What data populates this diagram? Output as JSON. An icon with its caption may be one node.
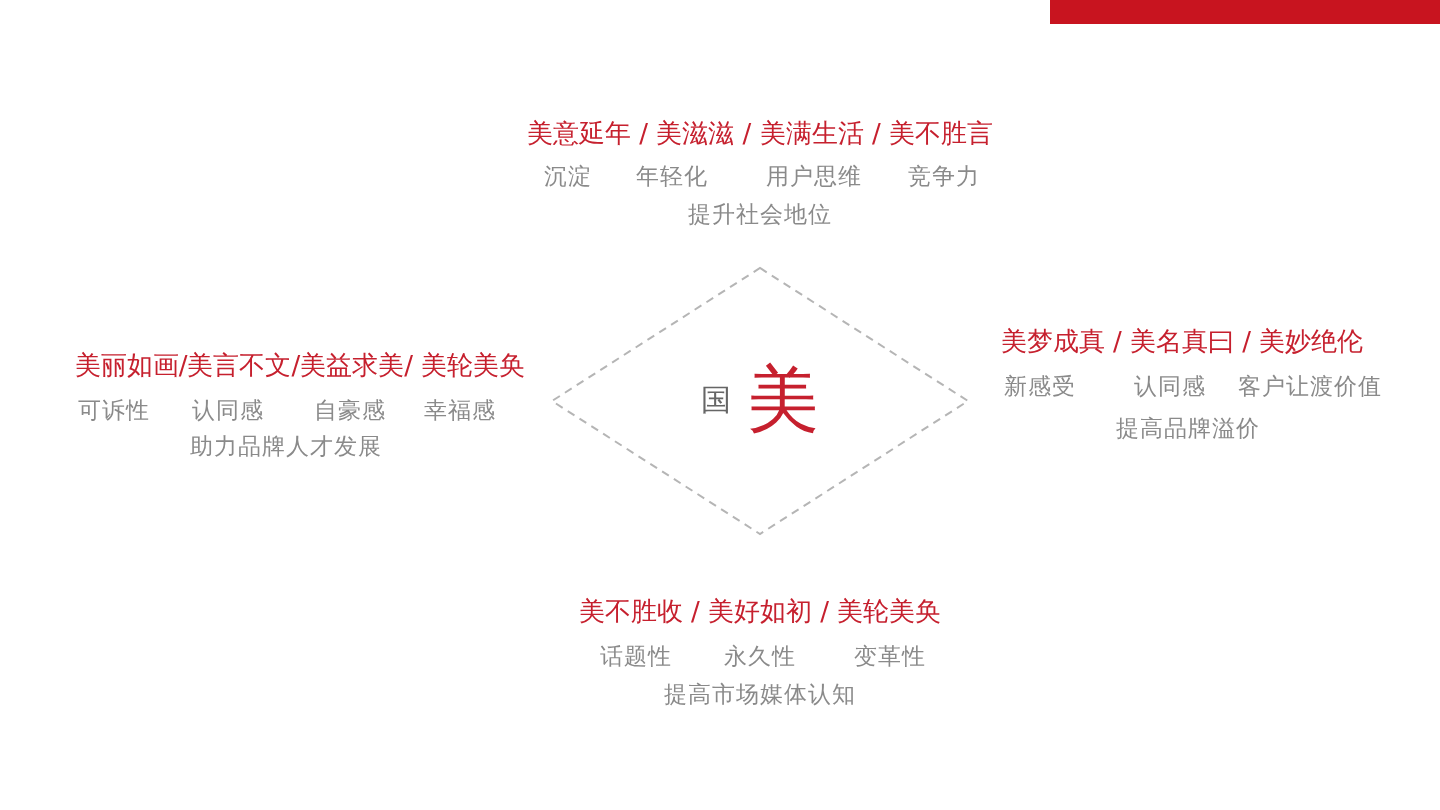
{
  "diagram": {
    "nodes": [
      {
        "text": [
          "国",
          "美"
        ]
      }
    ],
    "labels": [
      "美意延年 / 美滋滋 / 美满生活 / 美不胜言",
      "沉淀",
      "年轻化",
      "用户思维",
      "竞争力",
      "提升社会地位",
      "美丽如画/美言不文/美益求美/ 美轮美奂",
      "可诉性",
      "认同感",
      "自豪感",
      "幸福感",
      "助力品牌人才发展",
      "美梦成真 / 美名真曰 / 美妙绝伦",
      "新感受",
      "认同感",
      "客户让渡价值",
      "提高品牌溢价",
      "美不胜收 / 美好如初 / 美轮美奂",
      "话题性",
      "永久性",
      "变革性",
      "提高市场媒体认知"
    ]
  }
}
